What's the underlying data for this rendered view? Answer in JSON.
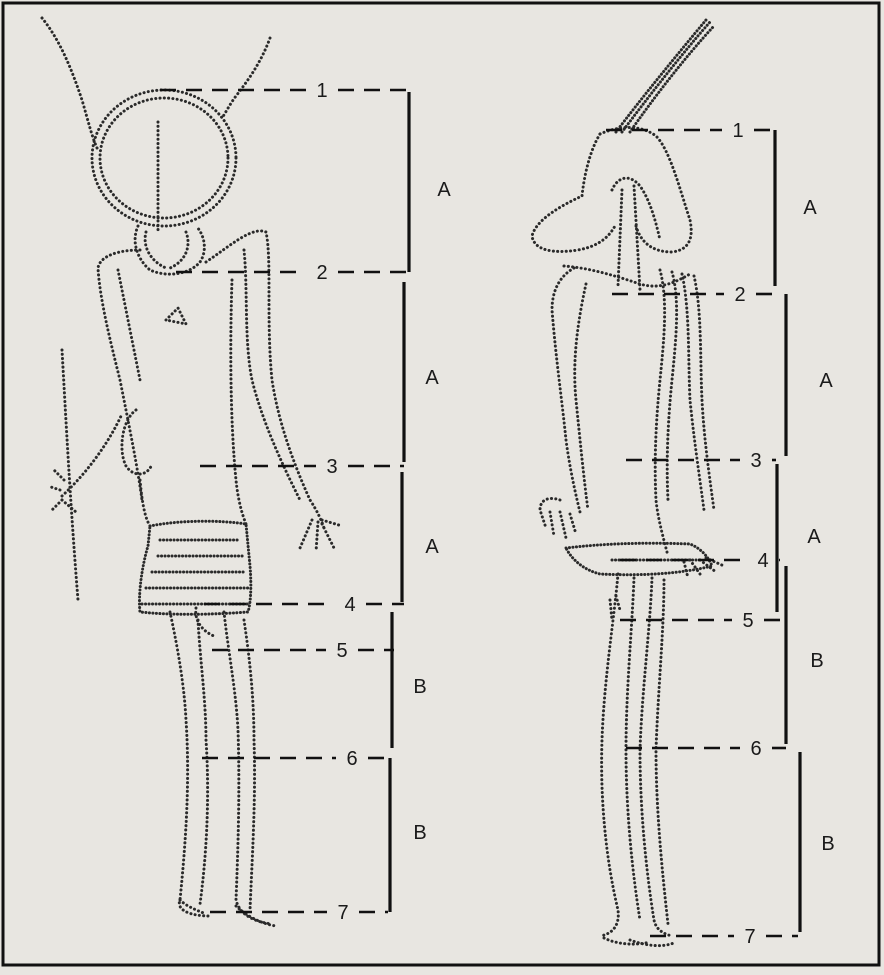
{
  "figures": [
    {
      "id": "front",
      "marks": [
        {
          "label": "1"
        },
        {
          "label": "2"
        },
        {
          "label": "3"
        },
        {
          "label": "4"
        },
        {
          "label": "5"
        },
        {
          "label": "6"
        },
        {
          "label": "7"
        }
      ],
      "segments": [
        {
          "label": "A"
        },
        {
          "label": "A"
        },
        {
          "label": "A"
        },
        {
          "label": "B"
        },
        {
          "label": "B"
        }
      ]
    },
    {
      "id": "side",
      "marks": [
        {
          "label": "1"
        },
        {
          "label": "2"
        },
        {
          "label": "3"
        },
        {
          "label": "4"
        },
        {
          "label": "5"
        },
        {
          "label": "6"
        },
        {
          "label": "7"
        }
      ],
      "segments": [
        {
          "label": "A"
        },
        {
          "label": "A"
        },
        {
          "label": "A"
        },
        {
          "label": "B"
        },
        {
          "label": "B"
        }
      ]
    }
  ],
  "colors": {
    "ink": "#2a2a2a",
    "paper": "#e8e6e1",
    "frame": "#111111"
  }
}
